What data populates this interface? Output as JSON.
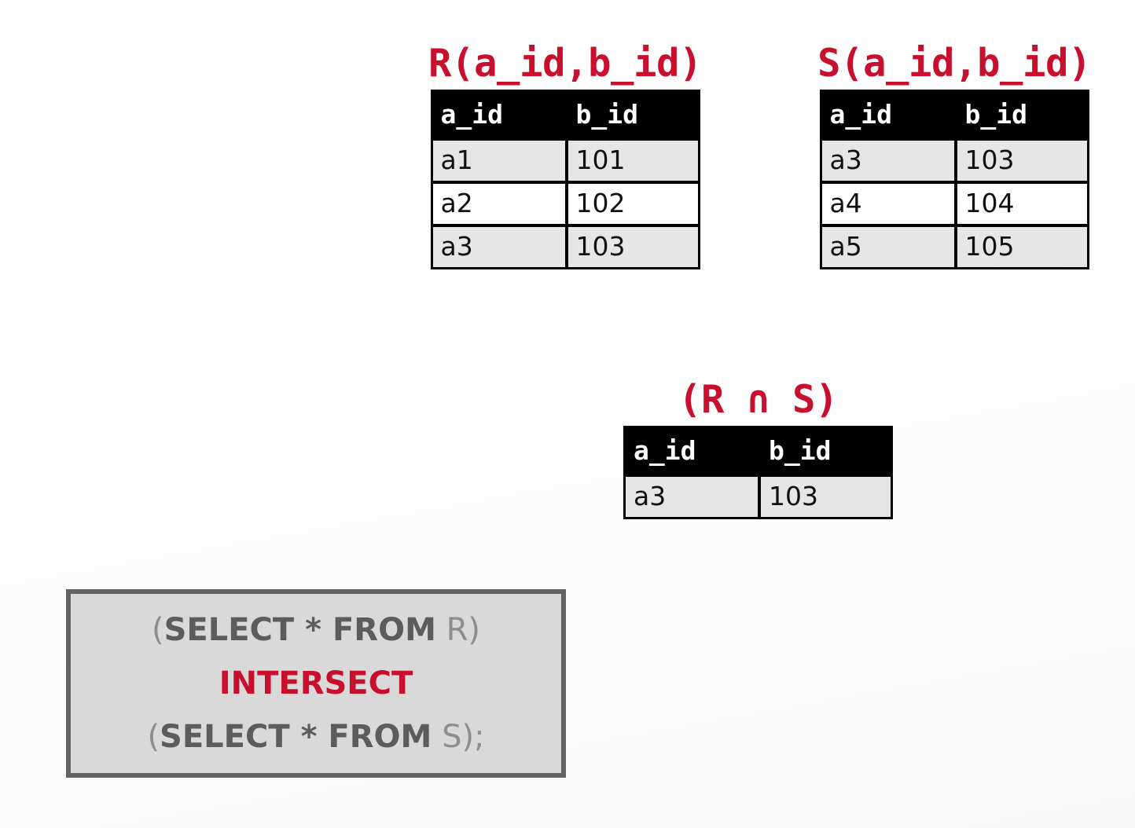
{
  "slide": {
    "accent_color": "#C8102E",
    "background_color": "#fbfbfb"
  },
  "relations": [
    {
      "name": "R",
      "title": "R(a_id,b_id)",
      "columns": [
        "a_id",
        "b_id"
      ],
      "rows": [
        [
          "a1",
          "101"
        ],
        [
          "a2",
          "102"
        ],
        [
          "a3",
          "103"
        ]
      ]
    },
    {
      "name": "S",
      "title": "S(a_id,b_id)",
      "columns": [
        "a_id",
        "b_id"
      ],
      "rows": [
        [
          "a3",
          "103"
        ],
        [
          "a4",
          "104"
        ],
        [
          "a5",
          "105"
        ]
      ]
    },
    {
      "name": "R_intersect_S",
      "title": "(R ∩ S)",
      "columns": [
        "a_id",
        "b_id"
      ],
      "rows": [
        [
          "a3",
          "103"
        ]
      ]
    }
  ],
  "sql": {
    "line1": {
      "open_paren": "(",
      "select": "SELECT",
      "star": " * ",
      "from": "FROM",
      "table": " R",
      "close_paren": ")"
    },
    "operator": "INTERSECT",
    "line3": {
      "open_paren": "(",
      "select": "SELECT",
      "star": " * ",
      "from": "FROM",
      "table": " S",
      "close_paren": ");"
    },
    "full_text": "(SELECT * FROM R)\nINTERSECT\n(SELECT * FROM S);",
    "border_color": "#636363",
    "background_color": "#d9d9d9",
    "keyword_color": "#5c5c5c",
    "operator_color": "#C8102E"
  }
}
